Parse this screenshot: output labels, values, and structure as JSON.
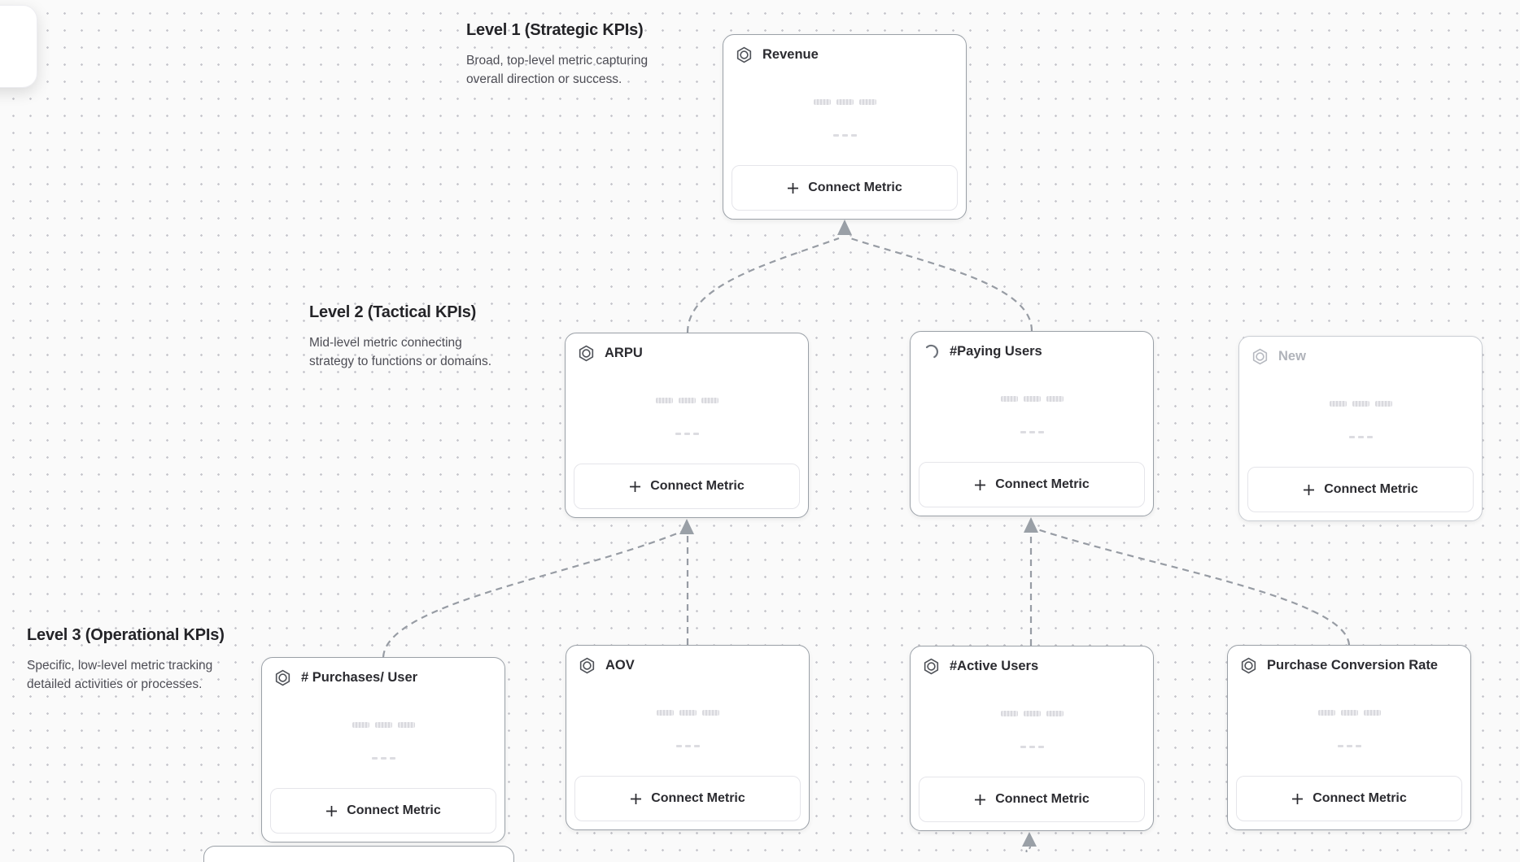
{
  "levels": [
    {
      "heading": "Level 1 (Strategic KPIs)",
      "description_lines": [
        "Broad, top-level metric capturing",
        "overall direction or success."
      ]
    },
    {
      "heading": "Level 2 (Tactical KPIs)",
      "description_lines": [
        "Mid-level metric connecting",
        "strategy to functions or domains."
      ]
    },
    {
      "heading": "Level 3 (Operational KPIs)",
      "description_lines": [
        "Specific, low-level metric tracking",
        "detailed activities or processes."
      ]
    }
  ],
  "cards": [
    {
      "title": "Revenue",
      "icon": "metric-hexagon-icon",
      "level": 1,
      "connect_label": "Connect Metric"
    },
    {
      "title": "ARPU",
      "icon": "metric-hexagon-icon",
      "level": 2,
      "connect_label": "Connect Metric"
    },
    {
      "title": "#Paying Users",
      "icon": "spinner-icon",
      "level": 2,
      "connect_label": "Connect Metric"
    },
    {
      "title": "New",
      "icon": "metric-hexagon-icon",
      "level": 2,
      "state": "placeholder",
      "connect_label": "Connect Metric"
    },
    {
      "title": "# Purchases/ User",
      "icon": "metric-hexagon-icon",
      "level": 3,
      "connect_label": "Connect Metric"
    },
    {
      "title": "AOV",
      "icon": "metric-hexagon-icon",
      "level": 3,
      "connect_label": "Connect Metric"
    },
    {
      "title": "#Active Users",
      "icon": "metric-hexagon-icon",
      "level": 3,
      "connect_label": "Connect Metric"
    },
    {
      "title": "Purchase Conversion Rate",
      "icon": "metric-hexagon-icon",
      "level": 3,
      "connect_label": "Connect Metric"
    }
  ],
  "edges": [
    {
      "from": "ARPU",
      "to": "Revenue"
    },
    {
      "from": "#Paying Users",
      "to": "Revenue"
    },
    {
      "from": "# Purchases/ User",
      "to": "ARPU"
    },
    {
      "from": "AOV",
      "to": "ARPU"
    },
    {
      "from": "#Active Users",
      "to": "#Paying Users"
    },
    {
      "from": "Purchase Conversion Rate",
      "to": "#Paying Users"
    },
    {
      "from": "below-viewport",
      "to": "#Active Users"
    }
  ],
  "colors": {
    "connector": "#979ca4",
    "card_border": "#9aa0a7",
    "muted_title": "#b0b3ba",
    "background": "#fafafa"
  }
}
